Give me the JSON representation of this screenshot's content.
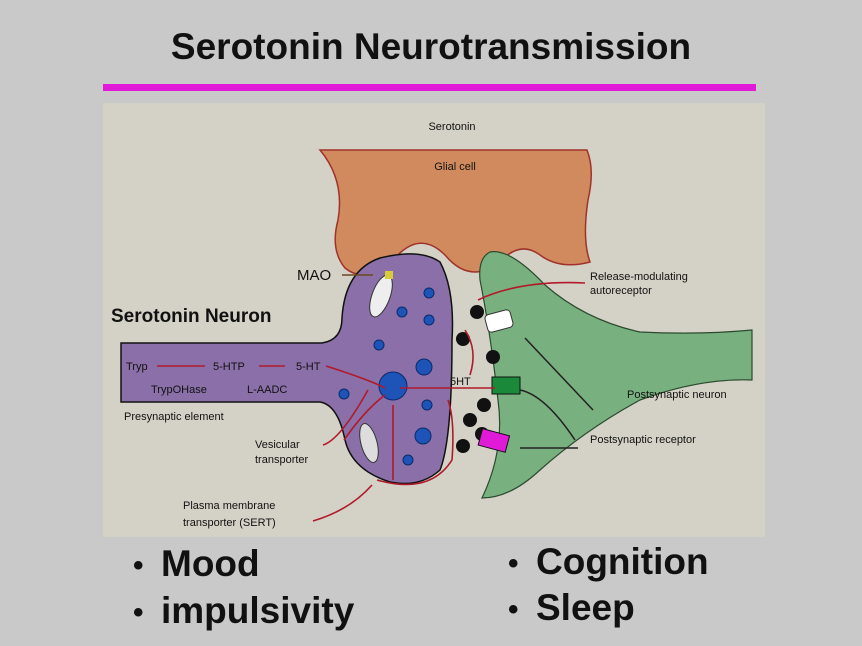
{
  "title": "Serotonin Neurotransmission",
  "diagram": {
    "serotonin_label": "Serotonin",
    "glial_cell": "Glial cell",
    "mao": "MAO",
    "neuron_title": "Serotonin  Neuron",
    "tryp": "Tryp",
    "htp": "5-HTP",
    "ht": "5-HT",
    "trypohase": "TrypOHase",
    "laadc": "L-AADC",
    "presynaptic": "Presynaptic element",
    "vesicular_1": "Vesicular",
    "vesicular_2": "transporter",
    "plasma_1": "Plasma membrane",
    "plasma_2": "transporter (SERT)",
    "release_1": "Release-modulating",
    "release_2": "autoreceptor",
    "postsyn_neuron": "Postsynaptic neuron",
    "postsyn_receptor": "Postsynaptic receptor",
    "fivehtsyn": "5HT"
  },
  "bullets_left": [
    "Mood",
    "impulsivity"
  ],
  "bullets_right": [
    "Cognition",
    "Sleep"
  ],
  "bullet_char": "•",
  "colors": {
    "accent": "#e01ad6",
    "glial": "#d08a5e",
    "presynaptic": "#8a6fa8",
    "postsynaptic": "#79b07f"
  }
}
